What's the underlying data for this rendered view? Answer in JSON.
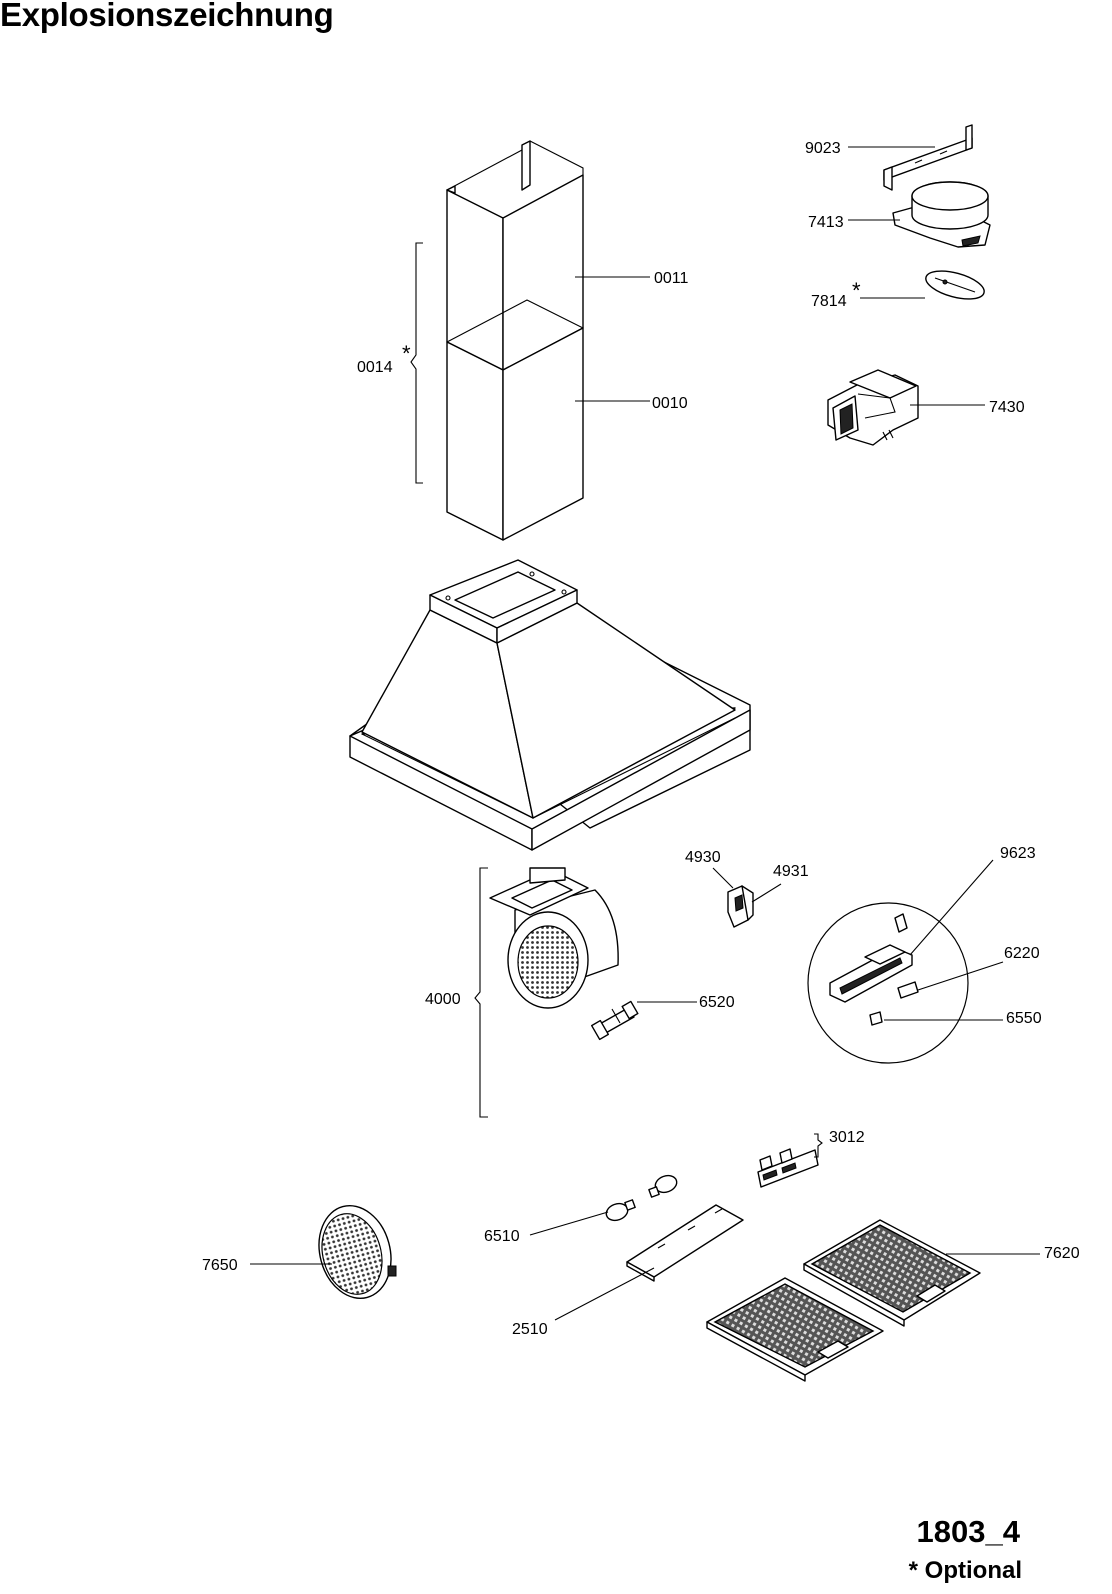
{
  "title": "Explosionszeichnung",
  "drawing_number": "1803_4",
  "footnote": "* Optional",
  "part_labels": {
    "p9023": "9023",
    "p7413": "7413",
    "p7814": "7814",
    "p0011": "0011",
    "p0014": "0014",
    "p0010": "0010",
    "p7430": "7430",
    "p4930": "4930",
    "p4931": "4931",
    "p9623": "9623",
    "p6220": "6220",
    "p6550": "6550",
    "p4000": "4000",
    "p6520": "6520",
    "p3012": "3012",
    "p6510": "6510",
    "p7650": "7650",
    "p7620": "7620",
    "p2510": "2510"
  },
  "optional_mark": "*"
}
